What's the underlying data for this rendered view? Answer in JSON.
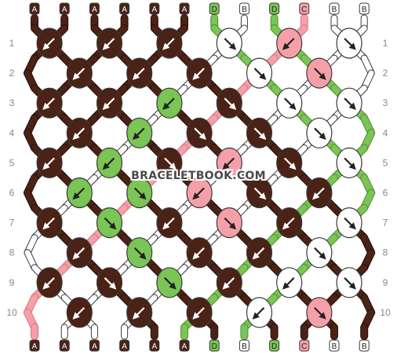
{
  "colors": {
    "A": "#4a2216",
    "B": "#ffffff",
    "C": "#f5a0a8",
    "D": "#7ac555"
  },
  "strand_labels_top": [
    "A",
    "A",
    "A",
    "A",
    "A",
    "A",
    "D",
    "B",
    "D",
    "C",
    "B",
    "B"
  ],
  "strand_labels_bottom": [
    "A",
    "A",
    "A",
    "A",
    "A",
    "A",
    "D",
    "B",
    "D",
    "C",
    "B",
    "B"
  ],
  "row_numbers": [
    "1",
    "2",
    "3",
    "4",
    "5",
    "6",
    "7",
    "8",
    "9",
    "10"
  ],
  "knots": [
    [
      {
        "c": "A",
        "d": "sw"
      },
      {
        "c": "A",
        "d": "sw"
      },
      {
        "c": "A",
        "d": "sw"
      },
      {
        "c": "B",
        "d": "se"
      },
      {
        "c": "C",
        "d": "sw"
      },
      {
        "c": "B",
        "d": "se"
      }
    ],
    [
      {
        "c": "A",
        "d": "sw"
      },
      {
        "c": "A",
        "d": "sw"
      },
      {
        "c": "A",
        "d": "sw"
      },
      {
        "c": "B",
        "d": "se"
      },
      {
        "c": "C",
        "d": "se"
      }
    ],
    [
      {
        "c": "A",
        "d": "sw"
      },
      {
        "c": "A",
        "d": "sw"
      },
      {
        "c": "D",
        "d": "sw"
      },
      {
        "c": "A",
        "d": "se"
      },
      {
        "c": "B",
        "d": "se"
      },
      {
        "c": "B",
        "d": "se"
      }
    ],
    [
      {
        "c": "A",
        "d": "sw"
      },
      {
        "c": "D",
        "d": "sw"
      },
      {
        "c": "A",
        "d": "se"
      },
      {
        "c": "A",
        "d": "se"
      },
      {
        "c": "B",
        "d": "se"
      }
    ],
    [
      {
        "c": "A",
        "d": "sw"
      },
      {
        "c": "D",
        "d": "sw"
      },
      {
        "c": "A",
        "d": "se"
      },
      {
        "c": "C",
        "d": "sw"
      },
      {
        "c": "A",
        "d": "se"
      },
      {
        "c": "B",
        "d": "se"
      }
    ],
    [
      {
        "c": "D",
        "d": "sw"
      },
      {
        "c": "D",
        "d": "se"
      },
      {
        "c": "C",
        "d": "sw"
      },
      {
        "c": "A",
        "d": "se"
      },
      {
        "c": "A",
        "d": "sw"
      }
    ],
    [
      {
        "c": "A",
        "d": "sw"
      },
      {
        "c": "D",
        "d": "se"
      },
      {
        "c": "A",
        "d": "sw"
      },
      {
        "c": "C",
        "d": "se"
      },
      {
        "c": "A",
        "d": "sw"
      },
      {
        "c": "B",
        "d": "se"
      }
    ],
    [
      {
        "c": "A",
        "d": "sw"
      },
      {
        "c": "D",
        "d": "se"
      },
      {
        "c": "A",
        "d": "sw"
      },
      {
        "c": "A",
        "d": "sw"
      },
      {
        "c": "B",
        "d": "se"
      }
    ],
    [
      {
        "c": "A",
        "d": "sw"
      },
      {
        "c": "A",
        "d": "se"
      },
      {
        "c": "D",
        "d": "se"
      },
      {
        "c": "A",
        "d": "sw"
      },
      {
        "c": "B",
        "d": "sw"
      },
      {
        "c": "B",
        "d": "se"
      }
    ],
    [
      {
        "c": "A",
        "d": "sw"
      },
      {
        "c": "A",
        "d": "sw"
      },
      {
        "c": "A",
        "d": "sw"
      },
      {
        "c": "B",
        "d": "sw"
      },
      {
        "c": "C",
        "d": "se"
      }
    ]
  ],
  "watermark": "BRACELETBOOK.COM"
}
